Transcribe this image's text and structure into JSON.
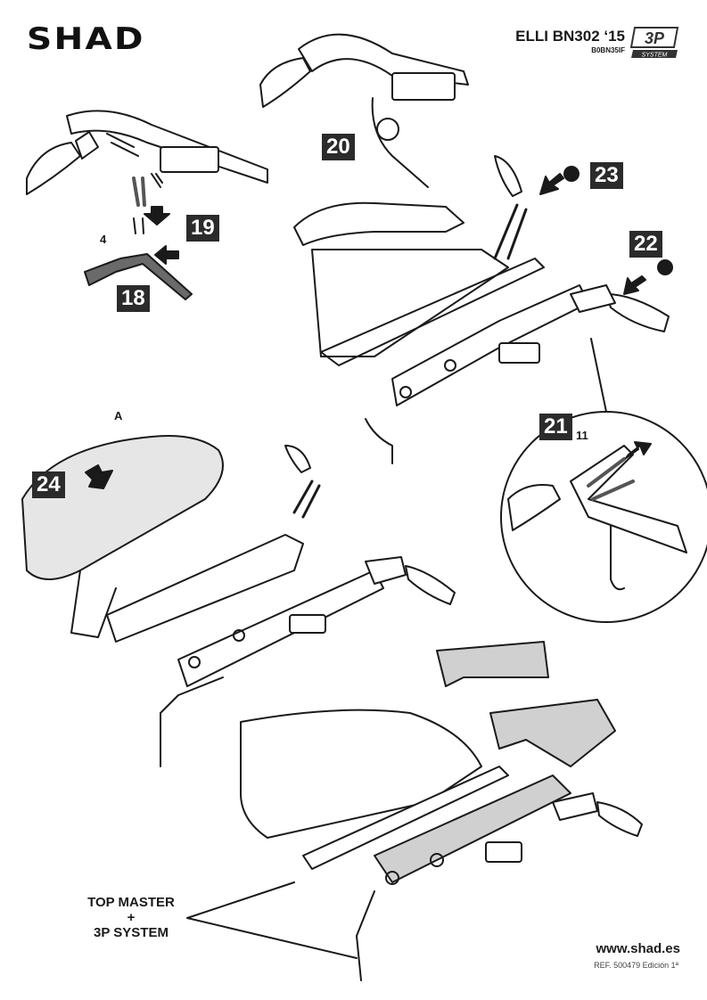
{
  "brand": "SHAD",
  "model": "ELLI BN302 ‘15",
  "part_number": "B0BN35IF",
  "badge": {
    "main": "3P",
    "sub": "SYSTEM"
  },
  "steps": [
    "18",
    "19",
    "20",
    "21",
    "22",
    "23",
    "24"
  ],
  "labels": {
    "four": "4",
    "eleven": "11",
    "a": "A"
  },
  "product_label": {
    "line1": "TOP MASTER",
    "line2": "+",
    "line3": "3P SYSTEM"
  },
  "website": "www.shad.es",
  "reference": "REF. 500479 Edición 1ª"
}
